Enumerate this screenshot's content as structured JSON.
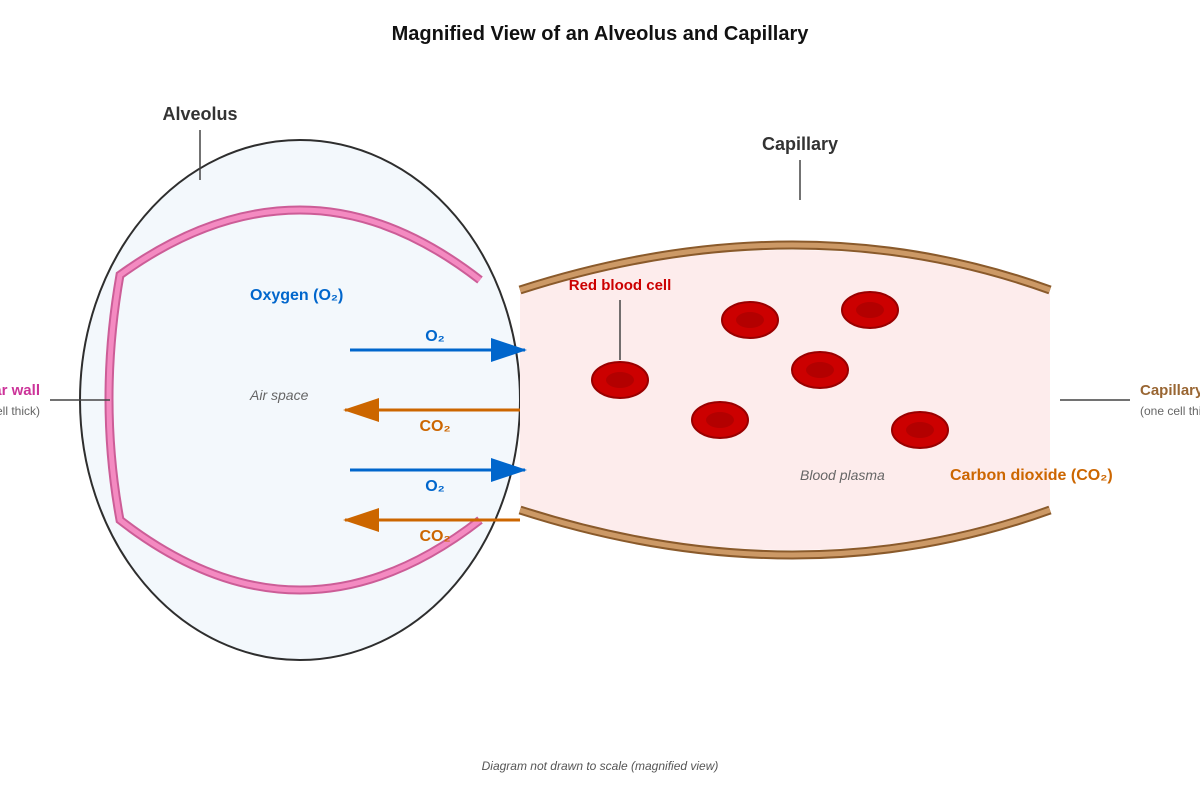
{
  "title": "Magnified View of an Alveolus and Capillary",
  "colors": {
    "alveolus_fill": "#f3f8fc",
    "alveolus_outline": "#2e2e2e",
    "alveolar_wall": "#f48ac1",
    "alveolar_wall_edge": "#cc5d97",
    "capillary_wall": "#cc9966",
    "capillary_wall_edge": "#8a5a2b",
    "plasma_fill": "#fdecec",
    "red_blood_cell": "#cc0000",
    "red_blood_cell_center": "#b30000",
    "oxygen": "#0066cc",
    "carbon_dioxide": "#cc6600",
    "alveolar_wall_label": "#cc3399",
    "capillary_wall_label": "#996633",
    "rbc_label": "#cc0000"
  },
  "labels": {
    "alveolus": "Alveolus",
    "capillary": "Capillary",
    "alveolar_wall": "Alveolar wall",
    "alveolar_wall_sub": "(one cell thick)",
    "capillary_wall": "Capillary wall",
    "capillary_wall_sub": "(one cell thick)",
    "oxygen": "Oxygen (O₂)",
    "carbon_dioxide": "Carbon dioxide (CO₂)",
    "air_space": "Air space",
    "blood_plasma": "Blood plasma",
    "red_blood_cell": "Red blood cell"
  },
  "arrows": [
    {
      "gas": "O₂",
      "direction": "into-capillary"
    },
    {
      "gas": "CO₂",
      "direction": "into-alveolus"
    },
    {
      "gas": "O₂",
      "direction": "into-capillary"
    },
    {
      "gas": "CO₂",
      "direction": "into-alveolus"
    }
  ],
  "red_blood_cell_count": 6,
  "footnote": "Diagram not drawn to scale (magnified view)"
}
